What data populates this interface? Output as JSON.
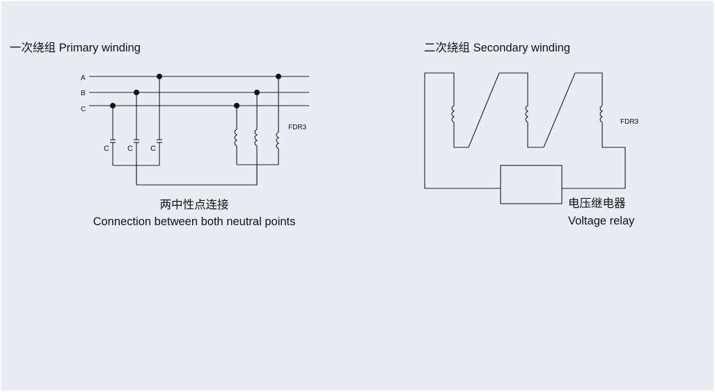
{
  "primary": {
    "heading": "一次绕组  Primary winding",
    "bus_labels": [
      "A",
      "B",
      "C"
    ],
    "capacitor_label": "C",
    "winding_label": "FDR3",
    "caption_cn": "两中性点连接",
    "caption_en": "Connection between both neutral points"
  },
  "secondary": {
    "heading": "二次绕组  Secondary winding",
    "winding_label": "FDR3",
    "relay_label_cn": "电压继电器",
    "relay_label_en": "Voltage relay"
  },
  "colors": {
    "background": "#e9edf2",
    "line": "#1a1a1a"
  }
}
